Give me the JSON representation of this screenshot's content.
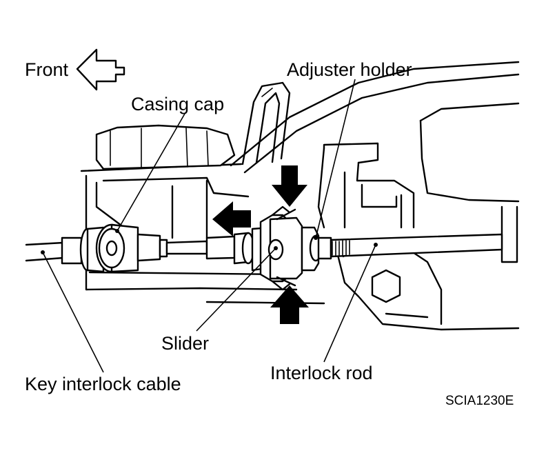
{
  "labels": {
    "front": "Front",
    "adjuster_holder": "Adjuster holder",
    "casing_cap": "Casing cap",
    "slider": "Slider",
    "interlock_rod": "Interlock rod",
    "key_interlock_cable": "Key interlock cable"
  },
  "figure_code": "SCIA1230E",
  "colors": {
    "ink": "#000000",
    "paper": "#ffffff"
  },
  "icons": [
    "front-direction-arrow-icon",
    "push-arrow-down-icon",
    "push-arrow-up-icon",
    "pull-arrow-left-icon"
  ]
}
